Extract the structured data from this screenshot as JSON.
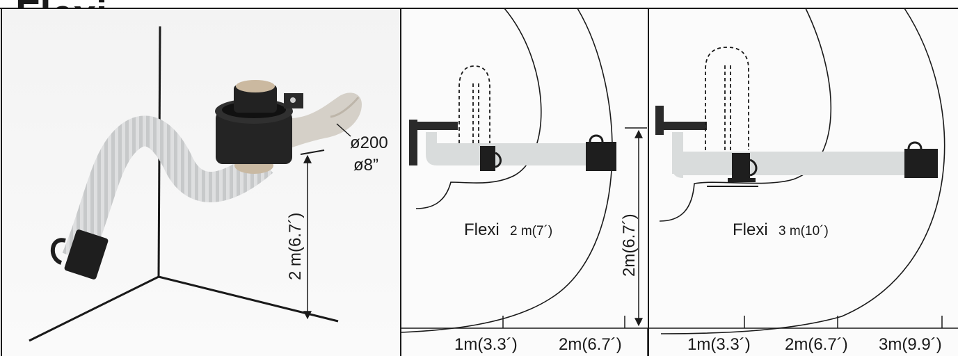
{
  "header": {
    "partial_title": "Flexi"
  },
  "panel_install": {
    "diameter_mm": "ø200",
    "diameter_in": "ø8”",
    "height_label": "2 m(6.7´)"
  },
  "panel_flexi_2m": {
    "label_main": "Flexi",
    "label_length": "2 m(7´)",
    "height_label": "2m(6.7´)",
    "axis_ticks": [
      "1m(3.3´)",
      "2m(6.7´)"
    ]
  },
  "panel_flexi_3m": {
    "label_main": "Flexi",
    "label_length": "3 m(10´)",
    "axis_ticks": [
      "1m(3.3´)",
      "2m(6.7´)",
      "3m(9.9´)"
    ]
  },
  "colors": {
    "line": "#1a1a1a",
    "hose": "#d9dcdc",
    "hose_stripe": "#c9cbcb",
    "background": "#f7f7f7",
    "device": "#1e1e1e"
  }
}
